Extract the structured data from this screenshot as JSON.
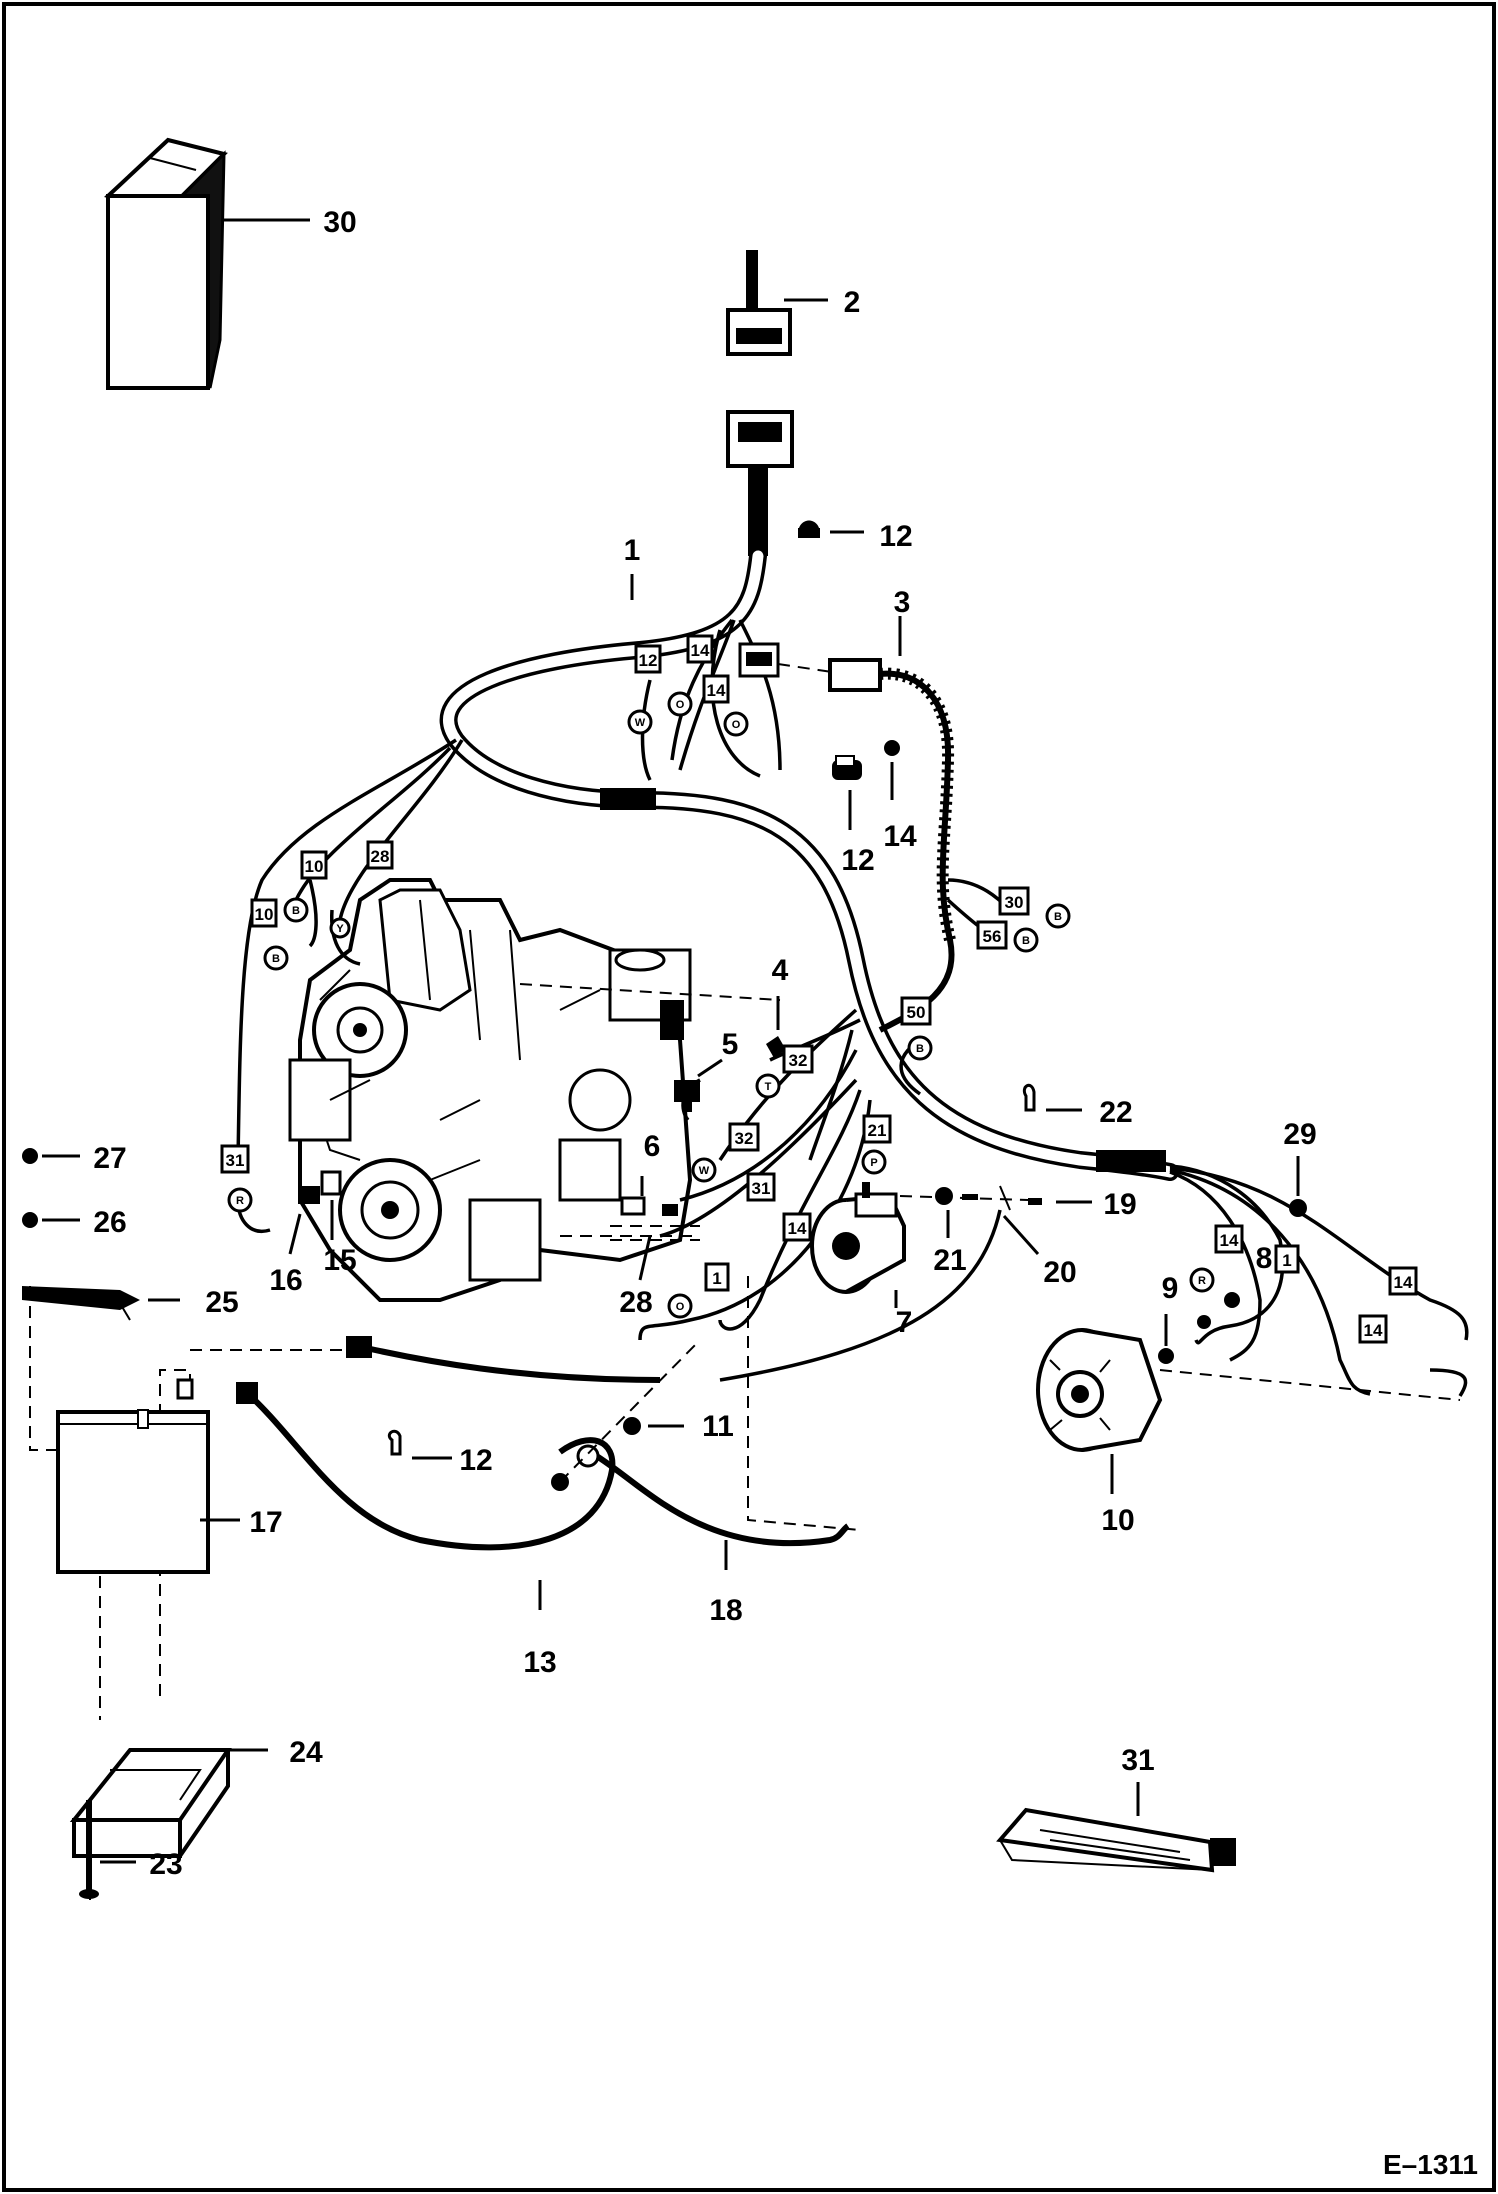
{
  "figure_id": "E–1311",
  "callouts": [
    {
      "id": "c1",
      "label": "1"
    },
    {
      "id": "c2",
      "label": "2"
    },
    {
      "id": "c3",
      "label": "3"
    },
    {
      "id": "c4",
      "label": "4"
    },
    {
      "id": "c5",
      "label": "5"
    },
    {
      "id": "c6",
      "label": "6"
    },
    {
      "id": "c7",
      "label": "7"
    },
    {
      "id": "c8",
      "label": "8"
    },
    {
      "id": "c9",
      "label": "9"
    },
    {
      "id": "c10",
      "label": "10"
    },
    {
      "id": "c11",
      "label": "11"
    },
    {
      "id": "c12a",
      "label": "12"
    },
    {
      "id": "c12b",
      "label": "12"
    },
    {
      "id": "c12c",
      "label": "12"
    },
    {
      "id": "c13",
      "label": "13"
    },
    {
      "id": "c14",
      "label": "14"
    },
    {
      "id": "c15",
      "label": "15"
    },
    {
      "id": "c16",
      "label": "16"
    },
    {
      "id": "c17",
      "label": "17"
    },
    {
      "id": "c18",
      "label": "18"
    },
    {
      "id": "c19",
      "label": "19"
    },
    {
      "id": "c20",
      "label": "20"
    },
    {
      "id": "c21",
      "label": "21"
    },
    {
      "id": "c22",
      "label": "22"
    },
    {
      "id": "c23",
      "label": "23"
    },
    {
      "id": "c24",
      "label": "24"
    },
    {
      "id": "c25",
      "label": "25"
    },
    {
      "id": "c26",
      "label": "26"
    },
    {
      "id": "c27",
      "label": "27"
    },
    {
      "id": "c28",
      "label": "28"
    },
    {
      "id": "c29",
      "label": "29"
    },
    {
      "id": "c30",
      "label": "30"
    },
    {
      "id": "c31",
      "label": "31"
    }
  ],
  "wire_tags": [
    {
      "id": "t1",
      "label": "12"
    },
    {
      "id": "t2",
      "label": "14"
    },
    {
      "id": "t3",
      "label": "14"
    },
    {
      "id": "t4",
      "label": "10"
    },
    {
      "id": "t5",
      "label": "28"
    },
    {
      "id": "t6",
      "label": "10"
    },
    {
      "id": "t7",
      "label": "30"
    },
    {
      "id": "t8",
      "label": "56"
    },
    {
      "id": "t9",
      "label": "50"
    },
    {
      "id": "t10",
      "label": "32"
    },
    {
      "id": "t11",
      "label": "32"
    },
    {
      "id": "t12",
      "label": "21"
    },
    {
      "id": "t13",
      "label": "31"
    },
    {
      "id": "t14",
      "label": "31"
    },
    {
      "id": "t15",
      "label": "14"
    },
    {
      "id": "t16",
      "label": "1"
    },
    {
      "id": "t17",
      "label": "14"
    },
    {
      "id": "t18",
      "label": "1"
    },
    {
      "id": "t19",
      "label": "14"
    },
    {
      "id": "t20",
      "label": "14"
    }
  ],
  "wire_rings": [
    {
      "id": "r1",
      "label": "W"
    },
    {
      "id": "r2",
      "label": "O"
    },
    {
      "id": "r3",
      "label": "O"
    },
    {
      "id": "r4",
      "label": "B"
    },
    {
      "id": "r5",
      "label": "B"
    },
    {
      "id": "r6",
      "label": "B"
    },
    {
      "id": "r7",
      "label": "B"
    },
    {
      "id": "r8",
      "label": "B"
    },
    {
      "id": "r9",
      "label": "Y"
    },
    {
      "id": "r10",
      "label": "T"
    },
    {
      "id": "r11",
      "label": "W"
    },
    {
      "id": "r12",
      "label": "P"
    },
    {
      "id": "r13",
      "label": "R"
    },
    {
      "id": "r14",
      "label": "O"
    },
    {
      "id": "r15",
      "label": "R"
    }
  ]
}
